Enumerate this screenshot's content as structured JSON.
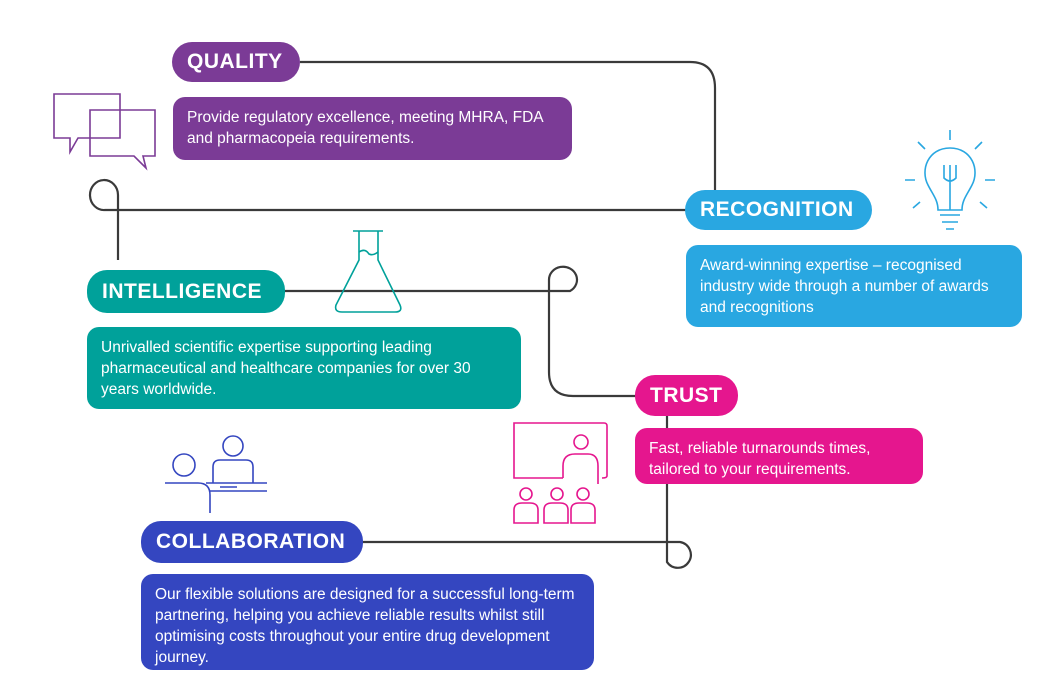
{
  "colors": {
    "quality": "#7b3b96",
    "recognition": "#29a7e1",
    "intelligence": "#00a19a",
    "trust": "#e5168e",
    "collaboration": "#3446c0",
    "line": "#3a3a3a"
  },
  "items": [
    {
      "title": "QUALITY",
      "text": "Provide regulatory excellence, meeting MHRA, FDA and pharmacopeia requirements.",
      "icon": "speech-bubbles-icon"
    },
    {
      "title": "RECOGNITION",
      "text": "Award-winning expertise – recognised industry wide through a number of awards and recognitions",
      "icon": "lightbulb-icon"
    },
    {
      "title": "INTELLIGENCE",
      "text": "Unrivalled scientific expertise supporting leading pharmaceutical and healthcare companies for over 30 years worldwide.",
      "icon": "flask-icon"
    },
    {
      "title": "TRUST",
      "text": "Fast, reliable turnarounds times, tailored to your requirements.",
      "icon": "presenter-icon"
    },
    {
      "title": "COLLABORATION",
      "text": "Our flexible solutions are designed for a successful long-term partnering, helping you achieve reliable results whilst still optimising costs throughout your entire drug development journey.",
      "icon": "meeting-icon"
    }
  ]
}
